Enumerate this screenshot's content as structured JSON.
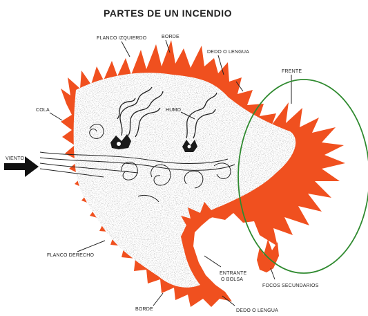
{
  "diagram": {
    "title": "PARTES DE UN INCENDIO",
    "labels": {
      "flanco_izquierdo": "FLANCO IZQUIERDO",
      "borde_top": "BORDE",
      "dedo_lengua_top": "DEDO O LENGUA",
      "frente": "FRENTE",
      "cola": "COLA",
      "humo": "HUMO",
      "viento": "VIENTO",
      "flanco_derecho": "FLANCO DERECHO",
      "entrante_1": "ENTRANTE",
      "entrante_2": "O BOLSA",
      "focos_secundarios": "FOCOS SECUNDARIOS",
      "borde_bottom": "BORDE",
      "dedo_lengua_bottom": "DEDO O LENGUA"
    },
    "colors": {
      "flame": "#f0501f",
      "burned_area": "#ffffff",
      "ink": "#222222",
      "highlight_ellipse": "#2f8a2f"
    }
  }
}
